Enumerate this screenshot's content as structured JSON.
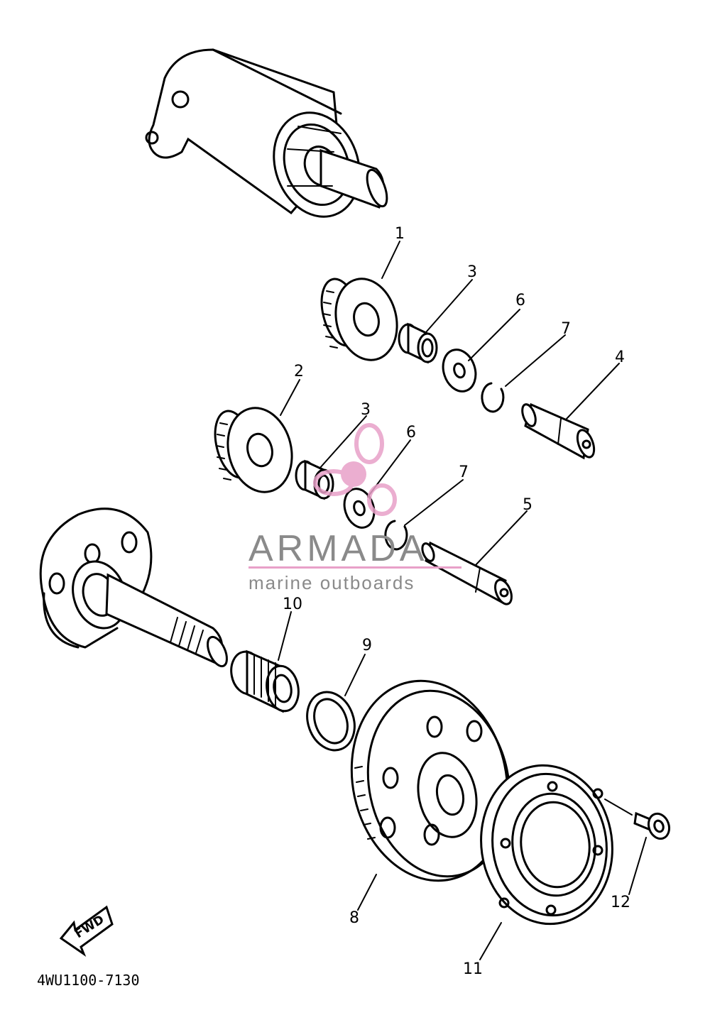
{
  "diagram": {
    "part_code": "4WU1100-7130",
    "direction_label": "FWD",
    "callouts": [
      {
        "label": "1"
      },
      {
        "label": "2"
      },
      {
        "label": "3"
      },
      {
        "label": "3"
      },
      {
        "label": "4"
      },
      {
        "label": "5"
      },
      {
        "label": "6"
      },
      {
        "label": "6"
      },
      {
        "label": "7"
      },
      {
        "label": "7"
      },
      {
        "label": "8"
      },
      {
        "label": "9"
      },
      {
        "label": "10"
      },
      {
        "label": "11"
      },
      {
        "label": "12"
      }
    ]
  },
  "watermark": {
    "name": "ARMADA",
    "tagline": "marine outboards",
    "accent_color": "#e8a0c8",
    "text_color": "#8a8a8a"
  }
}
